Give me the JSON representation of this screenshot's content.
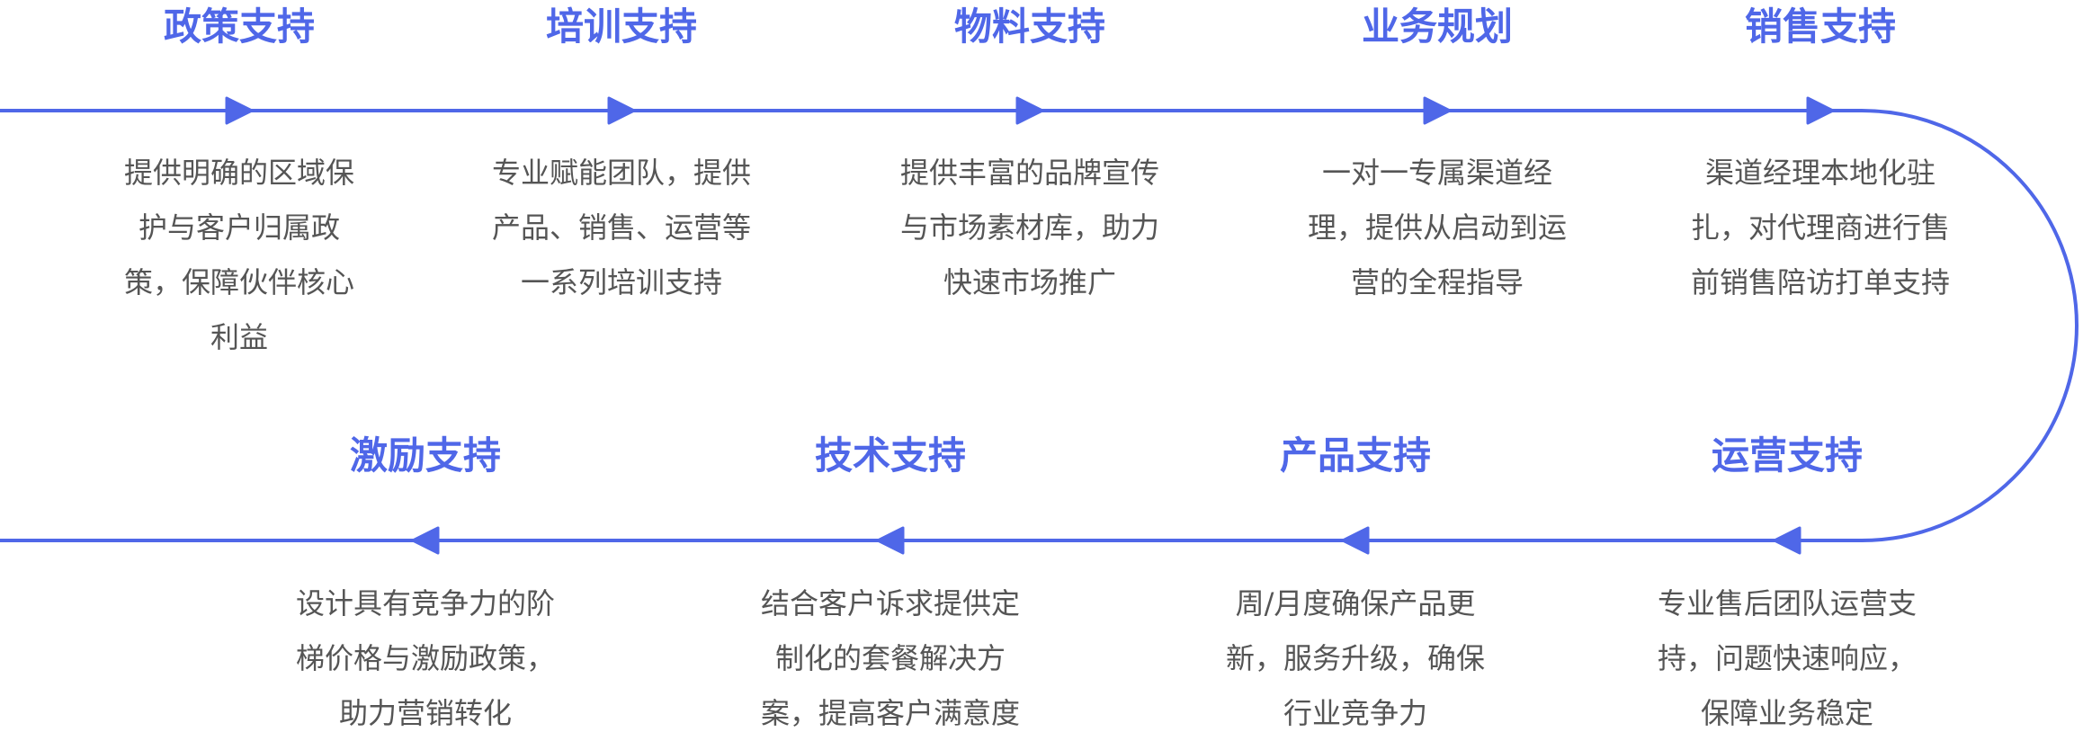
{
  "accent_color": "#4f67e8",
  "text_color": "#555555",
  "top_row": [
    {
      "title": "政策支持",
      "lines": [
        "提供明确的区域保",
        "护与客户归属政",
        "策，保障伙伴核心",
        "利益"
      ]
    },
    {
      "title": "培训支持",
      "lines": [
        "专业赋能团队，提供",
        "产品、销售、运营等",
        "一系列培训支持"
      ]
    },
    {
      "title": "物料支持",
      "lines": [
        "提供丰富的品牌宣传",
        "与市场素材库，助力",
        "快速市场推广"
      ]
    },
    {
      "title": "业务规划",
      "lines": [
        "一对一专属渠道经",
        "理，提供从启动到运",
        "营的全程指导"
      ]
    },
    {
      "title": "销售支持",
      "lines": [
        "渠道经理本地化驻",
        "扎，对代理商进行售",
        "前销售陪访打单支持"
      ]
    }
  ],
  "bottom_row": [
    {
      "title": "激励支持",
      "lines": [
        "设计具有竞争力的阶",
        "梯价格与激励政策，",
        "助力营销转化"
      ]
    },
    {
      "title": "技术支持",
      "lines": [
        "结合客户诉求提供定",
        "制化的套餐解决方",
        "案，提高客户满意度"
      ]
    },
    {
      "title": "产品支持",
      "lines": [
        "周/月度确保产品更",
        "新，服务升级，确保",
        "行业竞争力"
      ]
    },
    {
      "title": "运营支持",
      "lines": [
        "专业售后团队运营支",
        "持，问题快速响应，",
        "保障业务稳定"
      ]
    }
  ]
}
